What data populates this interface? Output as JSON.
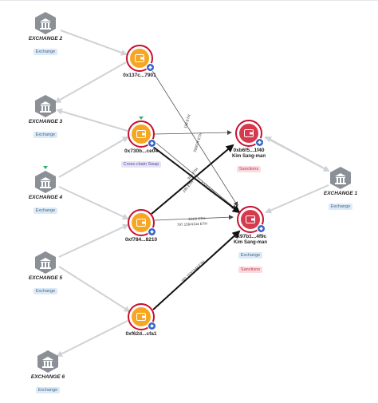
{
  "nodes": {
    "exchange2": {
      "label": "EXCHANGE 2",
      "tag": "Exchange"
    },
    "exchange3": {
      "label": "EXCHANGE 3",
      "tag": "Exchange"
    },
    "exchange4": {
      "label": "EXCHANGE 4",
      "tag": "Exchange"
    },
    "exchange5": {
      "label": "EXCHANGE 5",
      "tag": "Exchange"
    },
    "exchange6": {
      "label": "EXCHANGE 6",
      "tag": "Exchange"
    },
    "exchange1": {
      "label": "EXCHANGE 1",
      "tag": "Exchange"
    },
    "w137": {
      "label": "0x137c...7901"
    },
    "w730": {
      "label": "0x730b...ce04",
      "tag": "Cross-chain Swap"
    },
    "wf784": {
      "label": "0xf784...8210"
    },
    "wf62": {
      "label": "0xf62d...cfa1"
    },
    "wb6": {
      "label": "0xb6f5...1f40",
      "name": "Kim Sang-man",
      "tag": "Sanctions"
    },
    "w97": {
      "label": "0x97b1...4f9c",
      "name": "Kim Sang-man",
      "tag_exchange": "Exchange",
      "tag_sanctions": "Sanctions"
    }
  },
  "edges": {
    "e1": "108 ETH",
    "e2": "200/2/4 ETH",
    "e3": "308 ETH",
    "e4": "295 ETH",
    "e5": "101/2 ETH",
    "e6": "797.156/4144 ETH",
    "e7": "181.152/1344 ETH",
    "e8": "1,1/0,1 ETH"
  },
  "colors": {
    "exchange_grey": "#8a9096",
    "wallet_ring": "#c8102e",
    "wallet_orange": "#f5a623",
    "wallet_red": "#d63a4d",
    "edge_dark": "#111111",
    "edge_light": "#cfd2d6"
  }
}
